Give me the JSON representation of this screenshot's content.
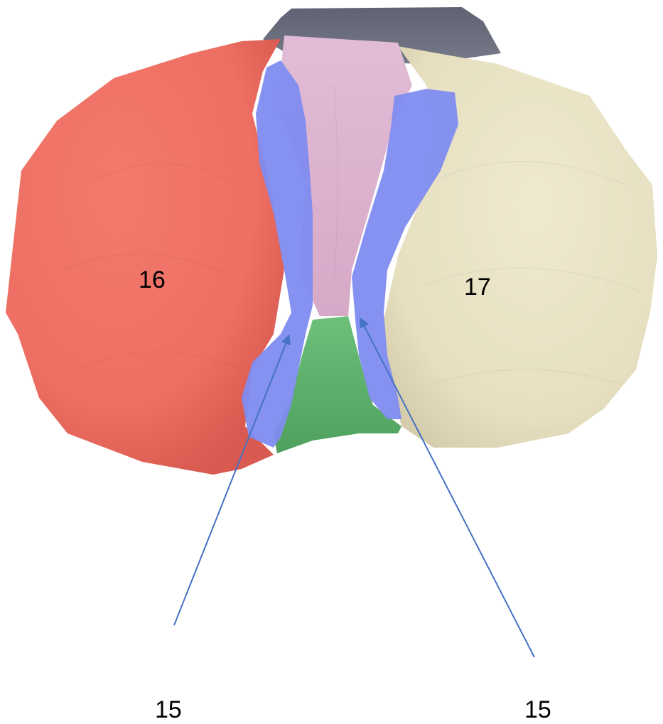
{
  "diagram": {
    "labels": {
      "region_left": "16",
      "region_right": "17",
      "pointer_left": "15",
      "pointer_right": "15"
    },
    "colors": {
      "background": "#ffffff",
      "region_16_red": "#ee6f63",
      "region_17_cream": "#e8e2c4",
      "region_15_blue": "#7f8cf0",
      "central_pink": "#dcb3cf",
      "lower_green": "#5fb26c",
      "posterior_gray": "#6f7180",
      "arrow_blue": "#4472c4",
      "label_black": "#000000"
    },
    "icons": {
      "arrowhead": "arrow-head-icon"
    }
  }
}
